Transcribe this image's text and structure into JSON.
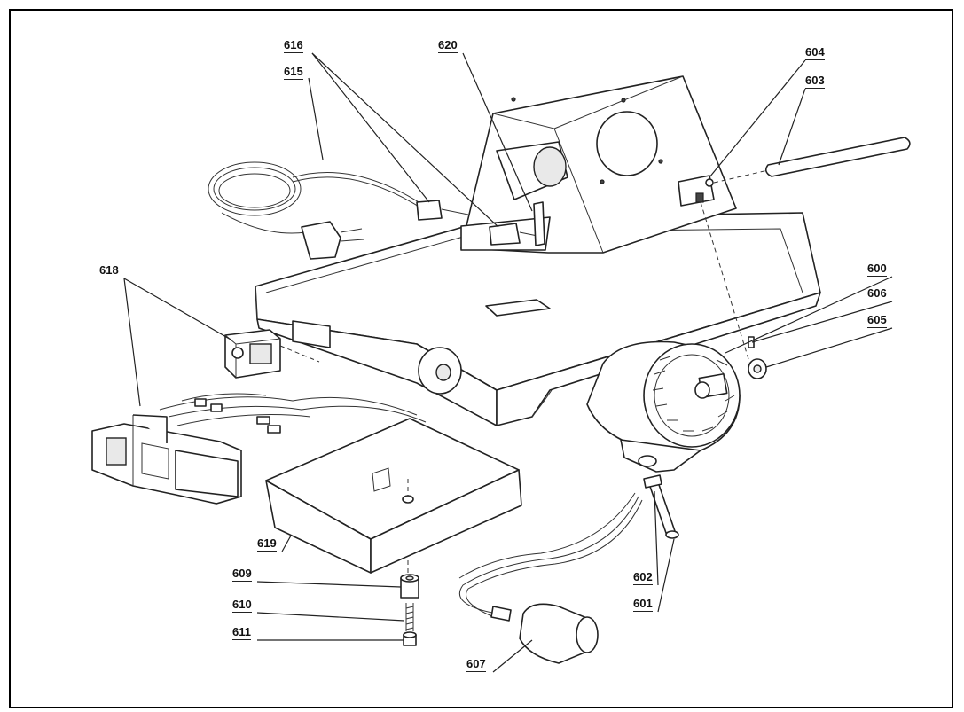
{
  "labels": {
    "p600": "600",
    "p601": "601",
    "p602": "602",
    "p603": "603",
    "p604": "604",
    "p605": "605",
    "p606": "606",
    "p607": "607",
    "p609": "609",
    "p610": "610",
    "p611": "611",
    "p615": "615",
    "p616": "616",
    "p618": "618",
    "p619": "619",
    "p620": "620"
  }
}
